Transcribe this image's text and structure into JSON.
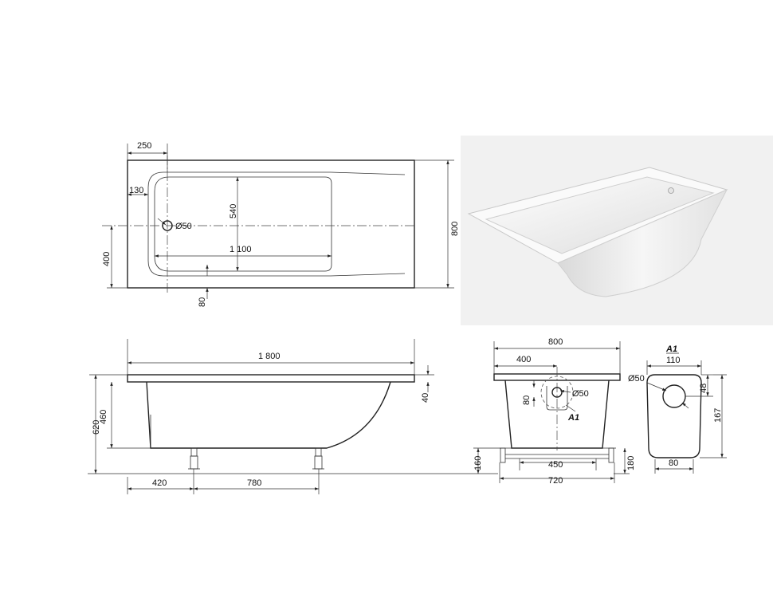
{
  "top_view": {
    "dim_250": "250",
    "dim_130": "130",
    "dim_540": "540",
    "dim_d50": "Ø50",
    "dim_1100": "1 100",
    "dim_400": "400",
    "dim_80": "80",
    "dim_800": "800"
  },
  "side_view": {
    "dim_1800": "1 800",
    "dim_40": "40",
    "dim_620": "620",
    "dim_460": "460",
    "dim_420": "420",
    "dim_780": "780"
  },
  "end_view": {
    "dim_800": "800",
    "dim_400": "400",
    "dim_80": "80",
    "dim_d50": "Ø50",
    "label_a1": "A1",
    "dim_160": "160",
    "dim_450": "450",
    "dim_180": "180",
    "dim_720": "720"
  },
  "detail_a1": {
    "title": "A1",
    "dim_110": "110",
    "dim_d50": "Ø50",
    "dim_48": "48",
    "dim_167": "167",
    "dim_80": "80"
  }
}
